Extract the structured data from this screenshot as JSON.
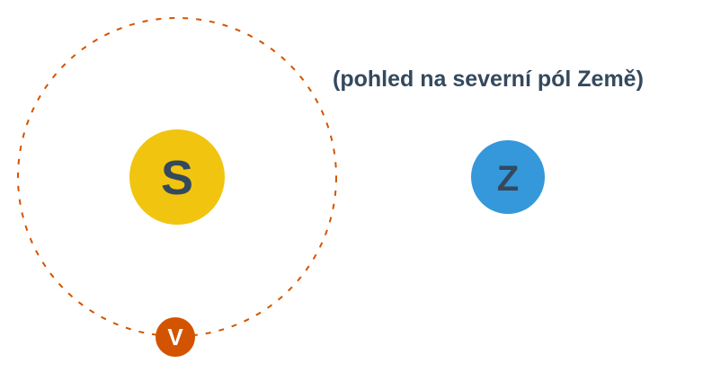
{
  "caption": "(pohled na severní pól Země)",
  "bodies": {
    "sun": {
      "label": "S",
      "color": "#f1c40f",
      "text_color": "#34495e"
    },
    "earth": {
      "label": "Z",
      "color": "#3498db",
      "text_color": "#34495e"
    },
    "venus": {
      "label": "V",
      "color": "#d35400",
      "text_color": "#ffffff"
    }
  },
  "orbit": {
    "color": "#d35400",
    "style": "dashed"
  }
}
